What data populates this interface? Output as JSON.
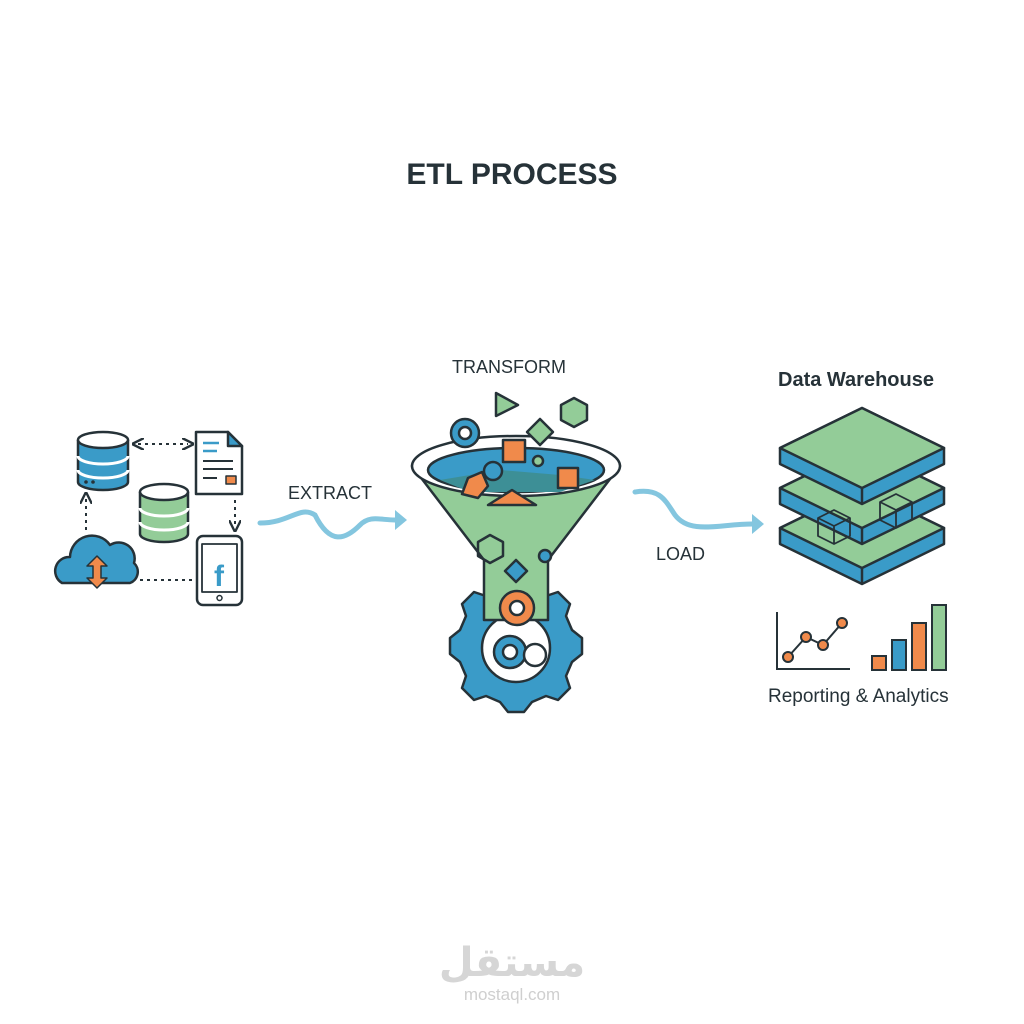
{
  "title": "ETL PROCESS",
  "stages": {
    "extract": "EXTRACT",
    "transform": "TRANSFORM",
    "load": "LOAD"
  },
  "destination": {
    "title": "Data Warehouse",
    "reporting": "Reporting & Analytics"
  },
  "sources": [
    "database-icon",
    "document-icon",
    "database-green-icon",
    "cloud-upload-download-icon",
    "mobile-facebook-icon"
  ],
  "watermark": {
    "arabic": "مستقل",
    "latin": "mostaql.com"
  },
  "colors": {
    "blue": "#3a9bc8",
    "green": "#93cc98",
    "orange": "#f08a4b",
    "outline": "#263238",
    "arrow": "#84c6df"
  }
}
